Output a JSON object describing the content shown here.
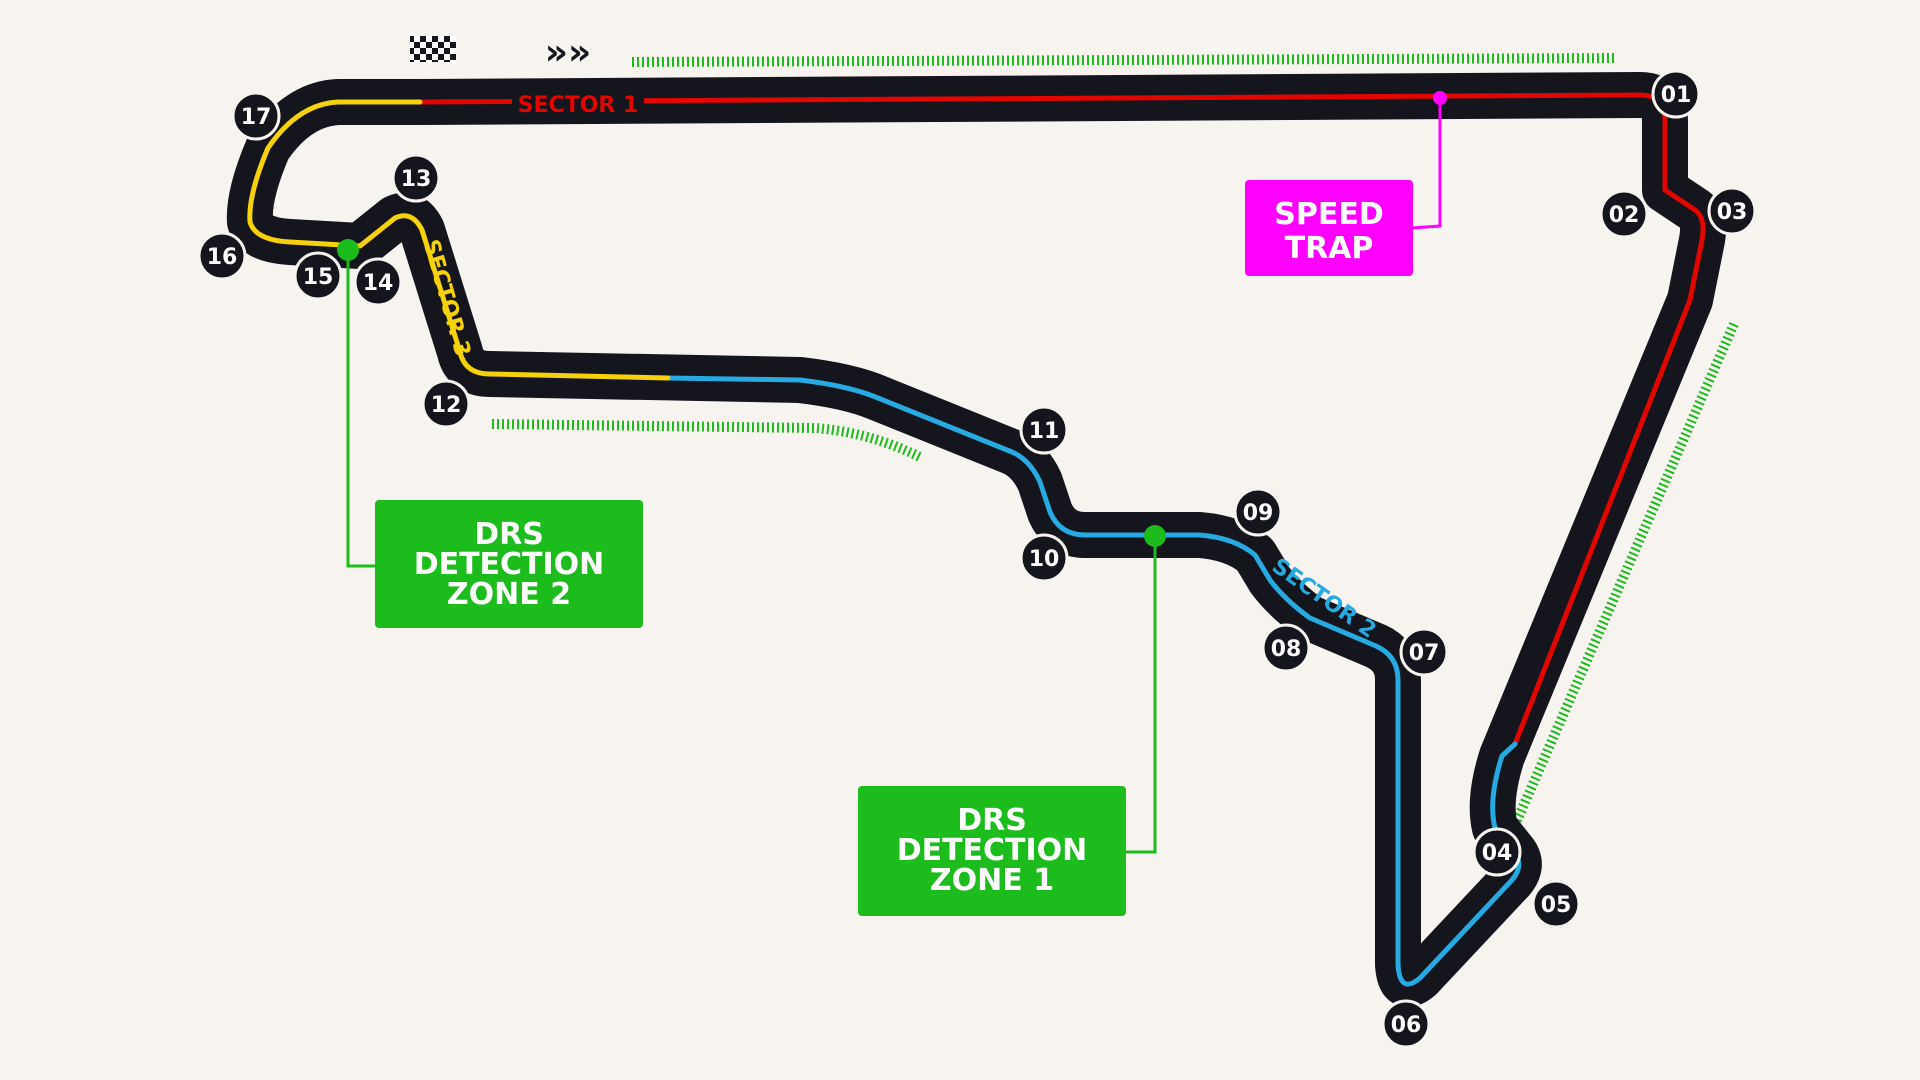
{
  "colors": {
    "background": "#f7f4f0",
    "track": "#15151e",
    "sector1": "#e10600",
    "sector2": "#27a9e1",
    "sector3": "#f5d20a",
    "drs": "#1cbc1c",
    "speed_trap": "#ff00ff"
  },
  "icons": {
    "start_finish": "checkered-flag-icon",
    "direction": "direction-chevrons-icon"
  },
  "direction_glyph": "»»",
  "sectors": [
    "SECTOR 1",
    "SECTOR 2",
    "SECTOR 3"
  ],
  "turns": [
    "01",
    "02",
    "03",
    "04",
    "05",
    "06",
    "07",
    "08",
    "09",
    "10",
    "11",
    "12",
    "13",
    "14",
    "15",
    "16",
    "17"
  ],
  "speed_trap": {
    "line1": "SPEED",
    "line2": "TRAP"
  },
  "drs_zone_1": {
    "line1": "DRS",
    "line2": "DETECTION",
    "line3": "ZONE 1"
  },
  "drs_zone_2": {
    "line1": "DRS",
    "line2": "DETECTION",
    "line3": "ZONE 2"
  }
}
